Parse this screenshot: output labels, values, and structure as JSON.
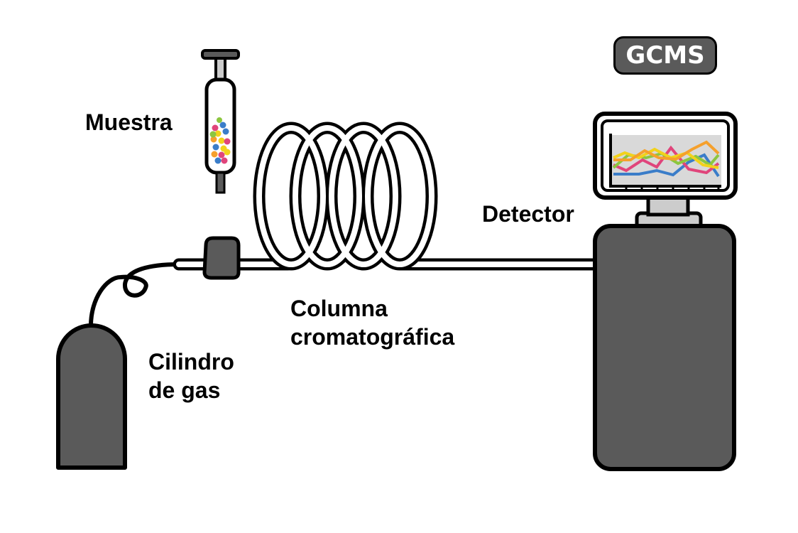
{
  "labels": {
    "sample": "Muestra",
    "column_line1": "Columna",
    "column_line2": "cromatográfica",
    "gas_line1": "Cilindro",
    "gas_line2": "de gas",
    "detector": "Detector",
    "badge": "GCMS"
  },
  "colors": {
    "outline": "#000000",
    "body_fill": "#5a5a5a",
    "light_gray": "#cccccc",
    "screen_bg": "#d9d9d9",
    "trace_blue": "#3a7dc9",
    "trace_orange": "#f5a02c",
    "trace_green": "#8cc63f",
    "trace_pink": "#e0457b",
    "trace_yellow": "#f2d21b"
  },
  "icons": [
    "gas-cylinder-icon",
    "syringe-icon",
    "injector-icon",
    "column-coil-icon",
    "detector-unit-icon",
    "chromatogram-icon"
  ]
}
